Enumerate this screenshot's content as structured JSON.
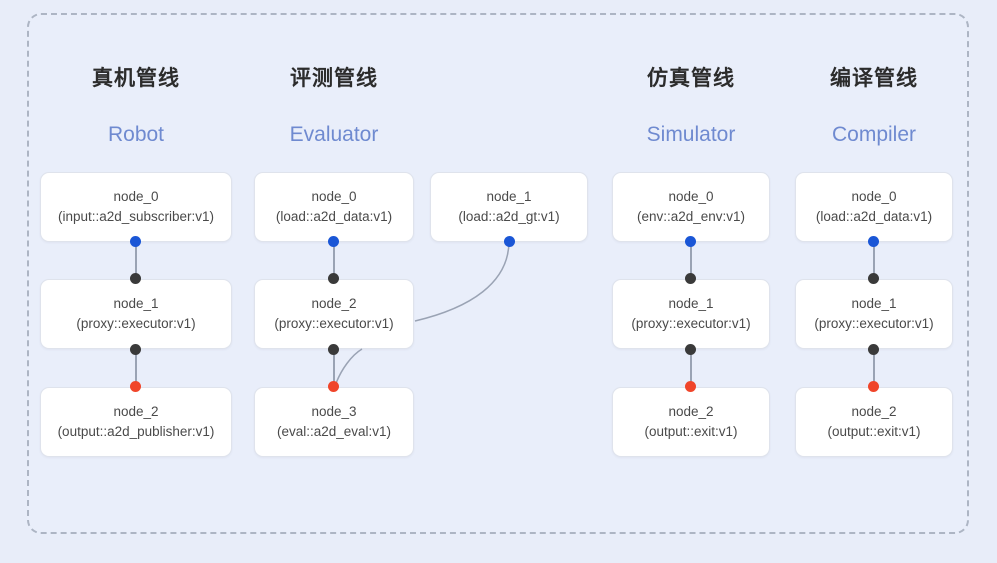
{
  "panel": {
    "border_style": "dashed",
    "border_color": "#adb5c4",
    "background": "#e9eefa"
  },
  "palette": {
    "page_background": "#e8edf9",
    "node_background": "#ffffff",
    "node_border": "#dfe3ec",
    "title_cn_color": "#2c2c2c",
    "title_en_color": "#6f8ad0",
    "dot_input": "#1a56d6",
    "dot_mid": "#3a3a3a",
    "dot_output": "#f0452a",
    "edge_color": "#9aa3b4"
  },
  "columns": [
    {
      "id": "robot",
      "title_cn": "真机管线",
      "title_en": "Robot",
      "nodes": [
        {
          "name": "node_0",
          "type": "(input::a2d_subscriber:v1)"
        },
        {
          "name": "node_1",
          "type": "(proxy::executor:v1)"
        },
        {
          "name": "node_2",
          "type": "(output::a2d_publisher:v1)"
        }
      ]
    },
    {
      "id": "evaluator",
      "title_cn": "评测管线",
      "title_en": "Evaluator",
      "nodes": [
        {
          "name": "node_0",
          "type": "(load::a2d_data:v1)"
        },
        {
          "name": "node_2",
          "type": "(proxy::executor:v1)"
        },
        {
          "name": "node_3",
          "type": "(eval::a2d_eval:v1)"
        }
      ],
      "side_nodes": [
        {
          "name": "node_1",
          "type": "(load::a2d_gt:v1)"
        }
      ]
    },
    {
      "id": "simulator",
      "title_cn": "仿真管线",
      "title_en": "Simulator",
      "nodes": [
        {
          "name": "node_0",
          "type": "(env::a2d_env:v1)"
        },
        {
          "name": "node_1",
          "type": "(proxy::executor:v1)"
        },
        {
          "name": "node_2",
          "type": "(output::exit:v1)"
        }
      ]
    },
    {
      "id": "compiler",
      "title_cn": "编译管线",
      "title_en": "Compiler",
      "nodes": [
        {
          "name": "node_0",
          "type": "(load::a2d_data:v1)"
        },
        {
          "name": "node_1",
          "type": "(proxy::executor:v1)"
        },
        {
          "name": "node_2",
          "type": "(output::exit:v1)"
        }
      ]
    }
  ]
}
